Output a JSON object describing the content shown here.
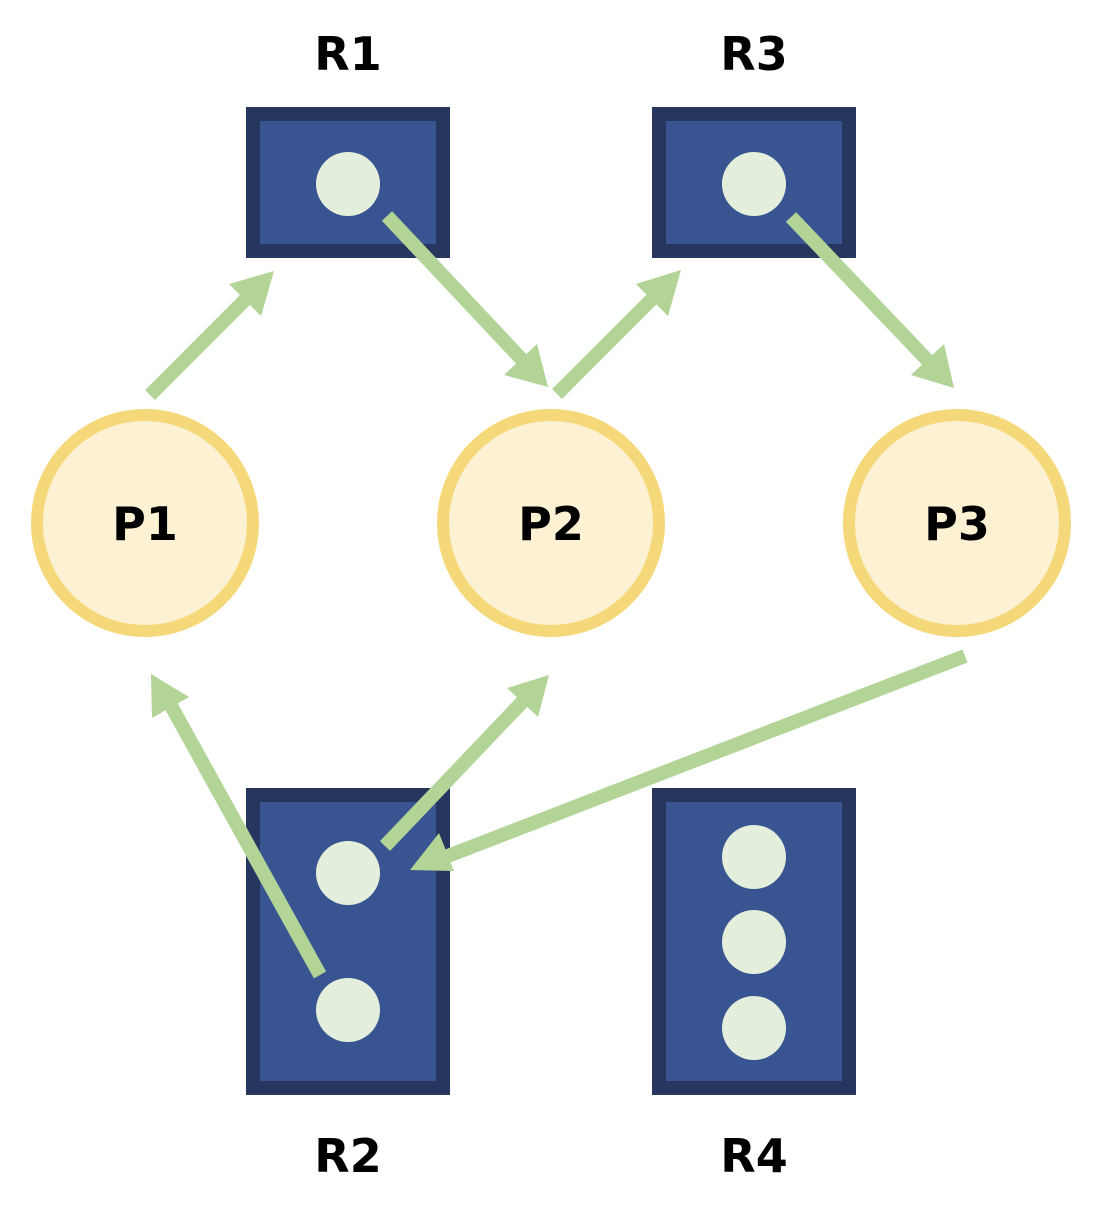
{
  "colors": {
    "resource_fill": "#395591",
    "resource_border": "#26365f",
    "instance_fill": "#e3efdc",
    "process_fill": "#fcf2d3",
    "process_border": "#f5d879",
    "edge": "#b2d497"
  },
  "processes": [
    {
      "id": "P1",
      "label": "P1"
    },
    {
      "id": "P2",
      "label": "P2"
    },
    {
      "id": "P3",
      "label": "P3"
    }
  ],
  "resources": [
    {
      "id": "R1",
      "label": "R1",
      "instances": 1
    },
    {
      "id": "R2",
      "label": "R2",
      "instances": 2
    },
    {
      "id": "R3",
      "label": "R3",
      "instances": 1
    },
    {
      "id": "R4",
      "label": "R4",
      "instances": 3
    }
  ],
  "edges": [
    {
      "from": "P1",
      "to": "R1",
      "kind": "request"
    },
    {
      "from": "R1",
      "to": "P2",
      "kind": "assignment"
    },
    {
      "from": "P2",
      "to": "R3",
      "kind": "request"
    },
    {
      "from": "R3",
      "to": "P3",
      "kind": "assignment"
    },
    {
      "from": "R2",
      "to": "P1",
      "kind": "assignment"
    },
    {
      "from": "R2",
      "to": "P2",
      "kind": "assignment"
    },
    {
      "from": "P3",
      "to": "R2",
      "kind": "request"
    }
  ]
}
